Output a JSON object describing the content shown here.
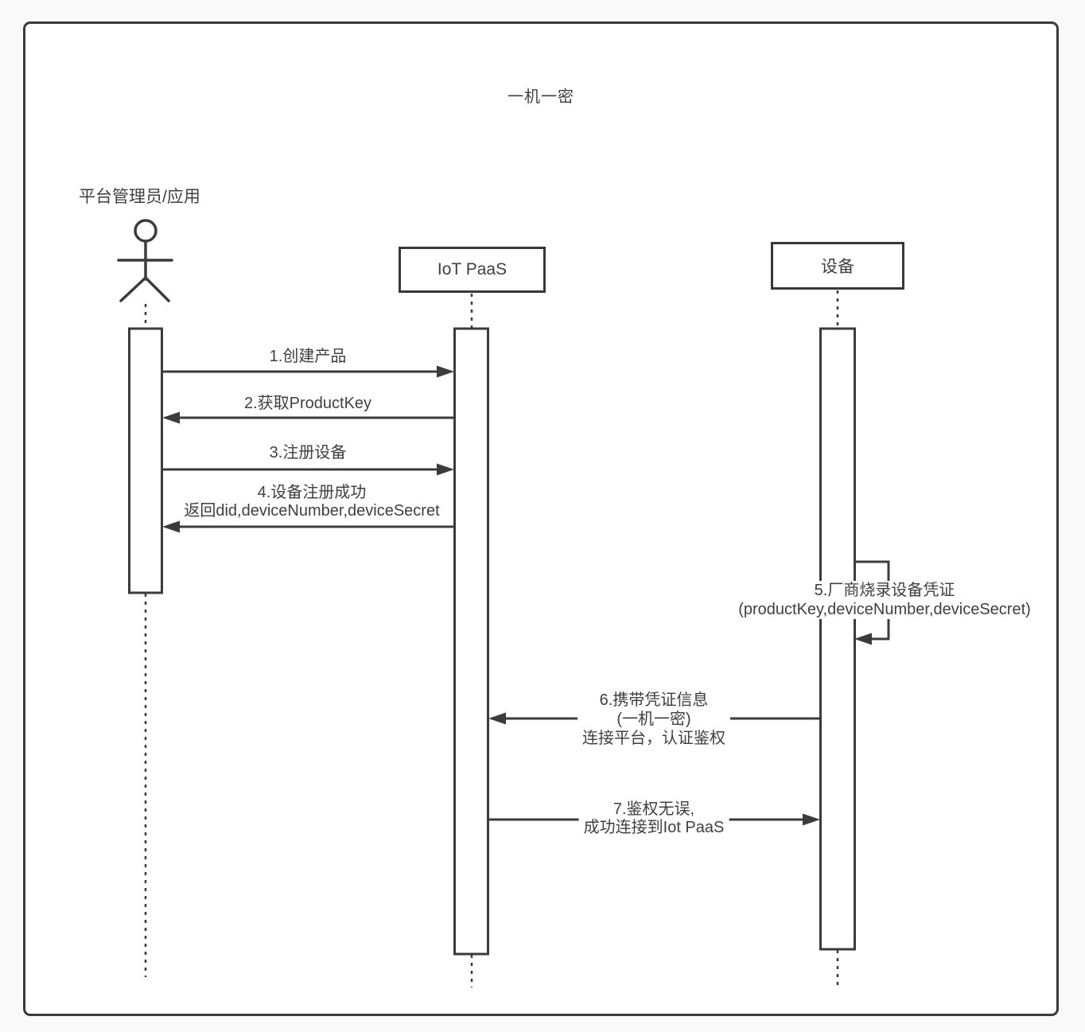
{
  "diagram": {
    "title": "一机一密",
    "participants": [
      {
        "id": "admin",
        "type": "actor",
        "label": "平台管理员/应用"
      },
      {
        "id": "iot-paas",
        "type": "box",
        "label": "IoT PaaS"
      },
      {
        "id": "device",
        "type": "box",
        "label": "设备"
      }
    ],
    "messages": [
      {
        "num": 1,
        "from": "admin",
        "to": "iot-paas",
        "self": false,
        "lines": [
          "1.创建产品"
        ]
      },
      {
        "num": 2,
        "from": "iot-paas",
        "to": "admin",
        "self": false,
        "lines": [
          "2.获取ProductKey"
        ]
      },
      {
        "num": 3,
        "from": "admin",
        "to": "iot-paas",
        "self": false,
        "lines": [
          "3.注册设备"
        ]
      },
      {
        "num": 4,
        "from": "iot-paas",
        "to": "admin",
        "self": false,
        "lines": [
          "4.设备注册成功",
          "返回did,deviceNumber,deviceSecret"
        ]
      },
      {
        "num": 5,
        "from": "device",
        "to": "device",
        "self": true,
        "lines": [
          "5.厂商烧录设备凭证",
          "(productKey,deviceNumber,deviceSecret)"
        ]
      },
      {
        "num": 6,
        "from": "device",
        "to": "iot-paas",
        "self": false,
        "lines": [
          "6.携带凭证信息",
          "(一机一密)",
          "连接平台，认证鉴权"
        ]
      },
      {
        "num": 7,
        "from": "iot-paas",
        "to": "device",
        "self": false,
        "lines": [
          "7.鉴权无误,",
          "成功连接到Iot PaaS"
        ]
      }
    ],
    "colors": {
      "stroke": "#3b3b3b",
      "text": "#3f3f3f",
      "canvas": "#ffffff",
      "page_background": "#f9f9f9"
    }
  }
}
